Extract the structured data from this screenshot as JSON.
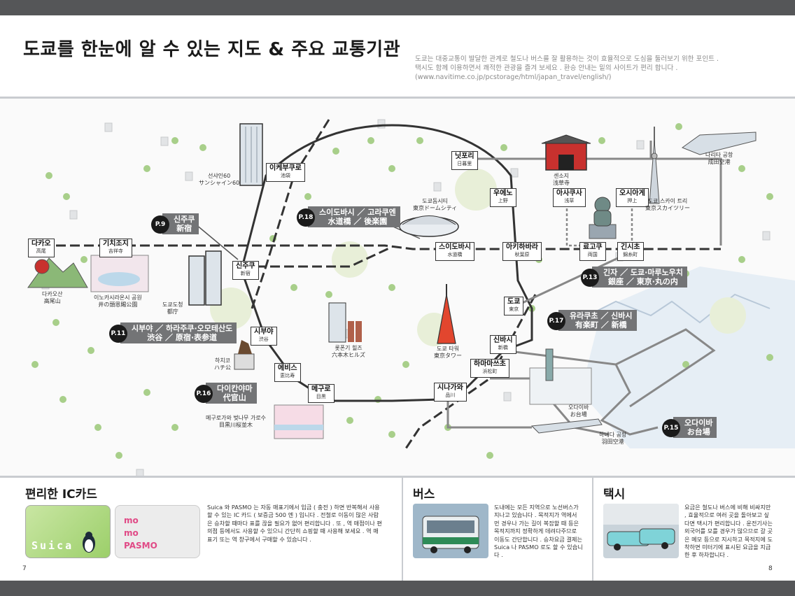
{
  "header": {
    "title": "도쿄를 한눈에 알 수 있는 지도 & 주요 교통기관",
    "intro": [
      "도쿄는 대중교통이 발달한 관계로 철도나 버스를 잘 활용하는 것이 효율적으로 도심을 둘러보기 위한 포인트 .",
      "택시도 함께 이용하면서 쾌적한 관광을 즐겨 보세요 . 환승 안내는 밑의 사이트가 편리 합니다 .",
      "(www.navitime.co.jp/pcstorage/html/japan_travel/english/)"
    ]
  },
  "stations": {
    "ikebukuro": {
      "ko": "이케부쿠로",
      "jp": "池袋"
    },
    "nippori": {
      "ko": "닛포리",
      "jp": "日暮里"
    },
    "ueno": {
      "ko": "우에노",
      "jp": "上野"
    },
    "asakusa": {
      "ko": "아사쿠사",
      "jp": "浅草"
    },
    "oshiage": {
      "ko": "오시아게",
      "jp": "押上"
    },
    "takao": {
      "ko": "다카오",
      "jp": "高尾"
    },
    "kichijoji": {
      "ko": "기치조지",
      "jp": "吉祥寺"
    },
    "shinjuku": {
      "ko": "신주쿠",
      "jp": "新宿"
    },
    "suidobashi": {
      "ko": "스이도바시",
      "jp": "水道橋"
    },
    "akihabara": {
      "ko": "아키하바라",
      "jp": "秋葉原"
    },
    "ryogoku": {
      "ko": "료고쿠",
      "jp": "両国"
    },
    "kinshicho": {
      "ko": "긴시초",
      "jp": "錦糸町"
    },
    "tokyo": {
      "ko": "도쿄",
      "jp": "東京"
    },
    "shibuya": {
      "ko": "시부야",
      "jp": "渋谷"
    },
    "ebisu": {
      "ko": "에비스",
      "jp": "恵比寿"
    },
    "meguro": {
      "ko": "메구로",
      "jp": "目黒"
    },
    "shinbashi": {
      "ko": "신바시",
      "jp": "新橋"
    },
    "hamamatsucho": {
      "ko": "하마마쓰초",
      "jp": "浜松町"
    },
    "shinagawa": {
      "ko": "시나가와",
      "jp": "品川"
    }
  },
  "areas": {
    "p9": {
      "page": "P.9",
      "ko": "신주쿠",
      "jp": "新宿"
    },
    "p18": {
      "page": "P.18",
      "ko": "스이도바시 ／ 고라쿠엔",
      "jp": "水道橋 ／ 後楽園"
    },
    "p13": {
      "page": "P.13",
      "ko": "긴자 ／ 도쿄·마루노우치",
      "jp": "銀座 ／ 東京·丸の内"
    },
    "p11": {
      "page": "P.11",
      "ko": "시부야 ／ 하라주쿠·오모테산도",
      "jp": "渋谷 ／ 原宿·表参道"
    },
    "p17": {
      "page": "P.17",
      "ko": "유라쿠초 ／ 신바시",
      "jp": "有楽町 ／ 新橋"
    },
    "p16": {
      "page": "P.16",
      "ko": "다이칸야마",
      "jp": "代官山"
    },
    "p15": {
      "page": "P.15",
      "ko": "오다이바",
      "jp": "お台場"
    }
  },
  "landmarks": {
    "sunshine": {
      "ko": "선샤인60",
      "jp": "サンシャイン60"
    },
    "sensoji": {
      "ko": "센소지",
      "jp": "浅草寺"
    },
    "narita": {
      "ko": "나리타 공항",
      "jp": "成田空港"
    },
    "domecity": {
      "ko": "도쿄돔시티",
      "jp": "東京ドームシティ"
    },
    "skytree": {
      "ko": "도쿄 스카이 트리",
      "jp": "東京スカイツリー"
    },
    "takaosan": {
      "ko": "다카오산",
      "jp": "高尾山"
    },
    "inokashira": {
      "ko": "이노카시라온시 공원",
      "jp": "井の頭恩賜公園"
    },
    "tocho": {
      "ko": "도쿄도청",
      "jp": "都庁"
    },
    "tower": {
      "ko": "도쿄 타워",
      "jp": "東京タワー"
    },
    "roppongi": {
      "ko": "롯폰기 힐즈",
      "jp": "六本木ヒルズ"
    },
    "hachiko": {
      "ko": "하치코",
      "jp": "ハチ公"
    },
    "odaiba": {
      "ko": "오다이바",
      "jp": "お台場"
    },
    "haneda": {
      "ko": "하네다 공항",
      "jp": "羽田空港"
    },
    "meguro_river": {
      "ko": "메구로가와 벚나무 가로수",
      "jp": "目黒川桜並木"
    }
  },
  "ic_card": {
    "title": "편리한 IC카드",
    "body": "Suica 와 PASMO 는 자동 매표기에서 입금 ( 충전 ) 하면 반복해서 사용할 수 있는 IC 카드 ( 보증금 500 엔 ) 입니다 . 전철로 이동이 많은 사람은 승차할 때마다 표를 끊을 필요가 없어 편리합니다 . 또 , 역 매점이나 편의점 등에서도 사용할 수 있으니 간단히 쇼핑할 때 사용해 보세요 . 역 매표기 또는 역 창구에서 구매할 수 있습니다 .",
    "suica_label": "Suica",
    "pasmo_mo1": "mo",
    "pasmo_mo2": "mo",
    "pasmo_label": "PASMO"
  },
  "bus": {
    "title": "버스",
    "body": "도내에는 모든 지역으로 노선버스가 지나고 있습니다 . 목적지가 역에서 먼 경우나 가는 길이 복잡할 때 등은 목적지까지 정확하게 데려다주므로 이동도 간단합니다 . 승차요금 결제는 Suica 나 PASMO 로도 할 수 있습니다 ."
  },
  "taxi": {
    "title": "택시",
    "body": "요금은 철도나 버스에 비해 비싸지만 , 효율적으로 여러 곳을 돌아보고 싶다면 택시가 편리합니다 . 운전기사는 외국어를 모를 경우가 많으므로 갈 곳은 메모 등으로 지시하고 목적지에 도착하면 미터기에 표시된 요금을 지급한 후 하차합니다 ."
  },
  "pages": {
    "left": "7",
    "right": "8"
  }
}
